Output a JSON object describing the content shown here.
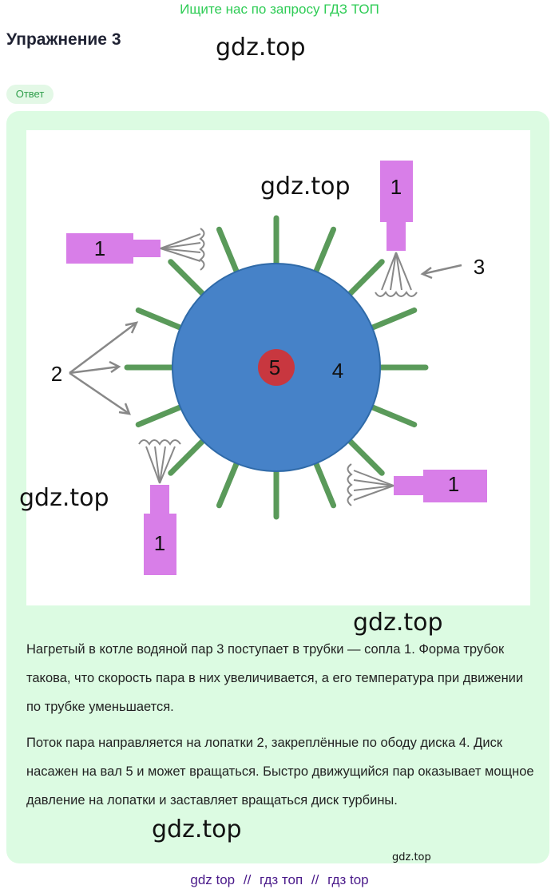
{
  "banner": "Ищите нас по запросу ГДЗ ТОП",
  "exercise_title": "Упражнение 3",
  "watermark": "gdz.top",
  "answer_label": "Ответ",
  "figure": {
    "labels": {
      "nozzle": "1",
      "blades": "2",
      "steam": "3",
      "disk": "4",
      "shaft": "5"
    },
    "colors": {
      "disk": "#4682c8",
      "shaft": "#c8373f",
      "blade": "#5a9a5a",
      "nozzle": "#d87ee8"
    }
  },
  "paragraphs": [
    "Нагретый в котле водяной пар 3 поступает в трубки — сопла 1. Форма трубок такова, что скорость пара в них увеличивается, а его температура при движении по трубке уменьшается.",
    "Поток пара направляется на лопатки 2, закреплённые по ободу диска 4. Диск насажен на вал 5 и может вращаться. Быстро движущийся пар оказывает мощное давление на лопатки и заставляет вращаться диск турбины."
  ],
  "bottom_links": {
    "a": "gdz top",
    "sep1": "//",
    "b": "гдз топ",
    "sep2": "//",
    "c": "гдз top"
  }
}
